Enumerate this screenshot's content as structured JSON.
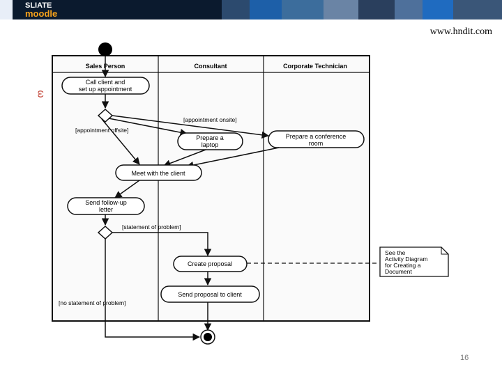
{
  "header": {
    "logo_top": "SLIATE",
    "logo_bottom": "moodle",
    "url": "www.hndit.com"
  },
  "side_mark": "ω",
  "diagram": {
    "lanes": [
      "Sales Person",
      "Consultant",
      "Corporate Technician"
    ],
    "activities": {
      "call_client": [
        "Call client and",
        "set up appointment"
      ],
      "prepare_laptop": [
        "Prepare a",
        "laptop"
      ],
      "prepare_room": [
        "Prepare a conference",
        "room"
      ],
      "meet_client": [
        "Meet with the client"
      ],
      "send_letter": [
        "Send follow-up",
        "letter"
      ],
      "create_proposal": [
        "Create proposal"
      ],
      "send_proposal": [
        "Send proposal to client"
      ]
    },
    "guards": {
      "offsite": "[appointment offsite]",
      "onsite": "[appointment onsite]",
      "statement": "[statement of problem]",
      "no_statement": "[no statement of problem]"
    },
    "note": [
      "See the",
      "Activity Diagram",
      "for Creating a",
      "Document"
    ]
  },
  "page_number": "16"
}
